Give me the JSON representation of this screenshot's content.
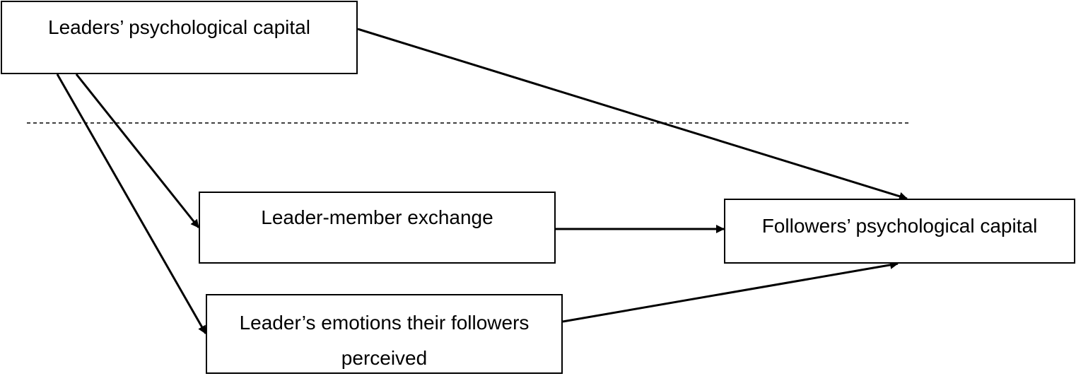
{
  "nodes": {
    "leaders_psycap": {
      "label": "Leaders’ psychological capital"
    },
    "lmx": {
      "label": "Leader-member exchange"
    },
    "followers_psycap": {
      "label": "Followers’ psychological capital"
    },
    "leader_emotions": {
      "label": "Leader’s emotions their followers perceived"
    }
  },
  "edges": [
    {
      "from": "leaders_psycap",
      "to": "followers_psycap"
    },
    {
      "from": "leaders_psycap",
      "to": "lmx"
    },
    {
      "from": "leaders_psycap",
      "to": "leader_emotions"
    },
    {
      "from": "lmx",
      "to": "followers_psycap"
    },
    {
      "from": "leader_emotions",
      "to": "followers_psycap"
    }
  ],
  "colors": {
    "stroke": "#000000",
    "background": "#ffffff"
  }
}
